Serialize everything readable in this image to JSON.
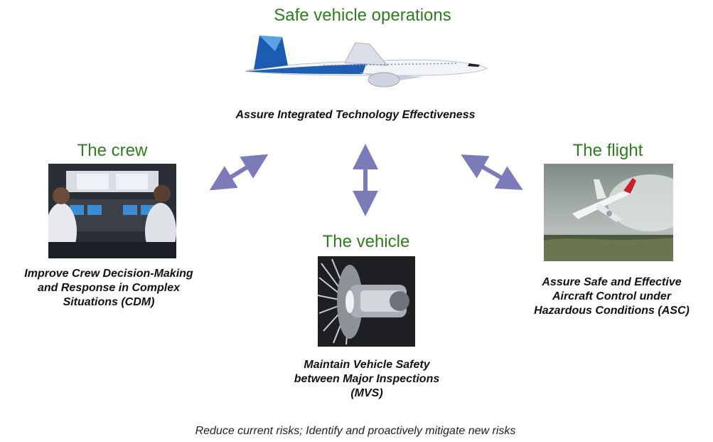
{
  "top": {
    "title": "Safe vehicle operations",
    "caption": "Assure Integrated Technology Effectiveness",
    "image": "airliner-photo"
  },
  "crew": {
    "title": "The crew",
    "caption_lines": [
      "Improve Crew Decision-Making",
      "and Response in Complex",
      "Situations (CDM)"
    ],
    "image": "cockpit-photo"
  },
  "vehicle": {
    "title": "The vehicle",
    "caption_lines": [
      "Maintain Vehicle Safety",
      "between Major Inspections",
      "(MVS)"
    ],
    "image": "turbine-engine-photo"
  },
  "flight": {
    "title": "The flight",
    "caption_lines": [
      "Assure Safe and Effective",
      "Aircraft Control under",
      "Hazardous Conditions (ASC)"
    ],
    "image": "aircraft-in-storm-photo"
  },
  "footer": "Reduce current risks; Identify and proactively mitigate new risks",
  "colors": {
    "title_green": "#2e7d1e",
    "arrow": "#7b7bb8"
  }
}
